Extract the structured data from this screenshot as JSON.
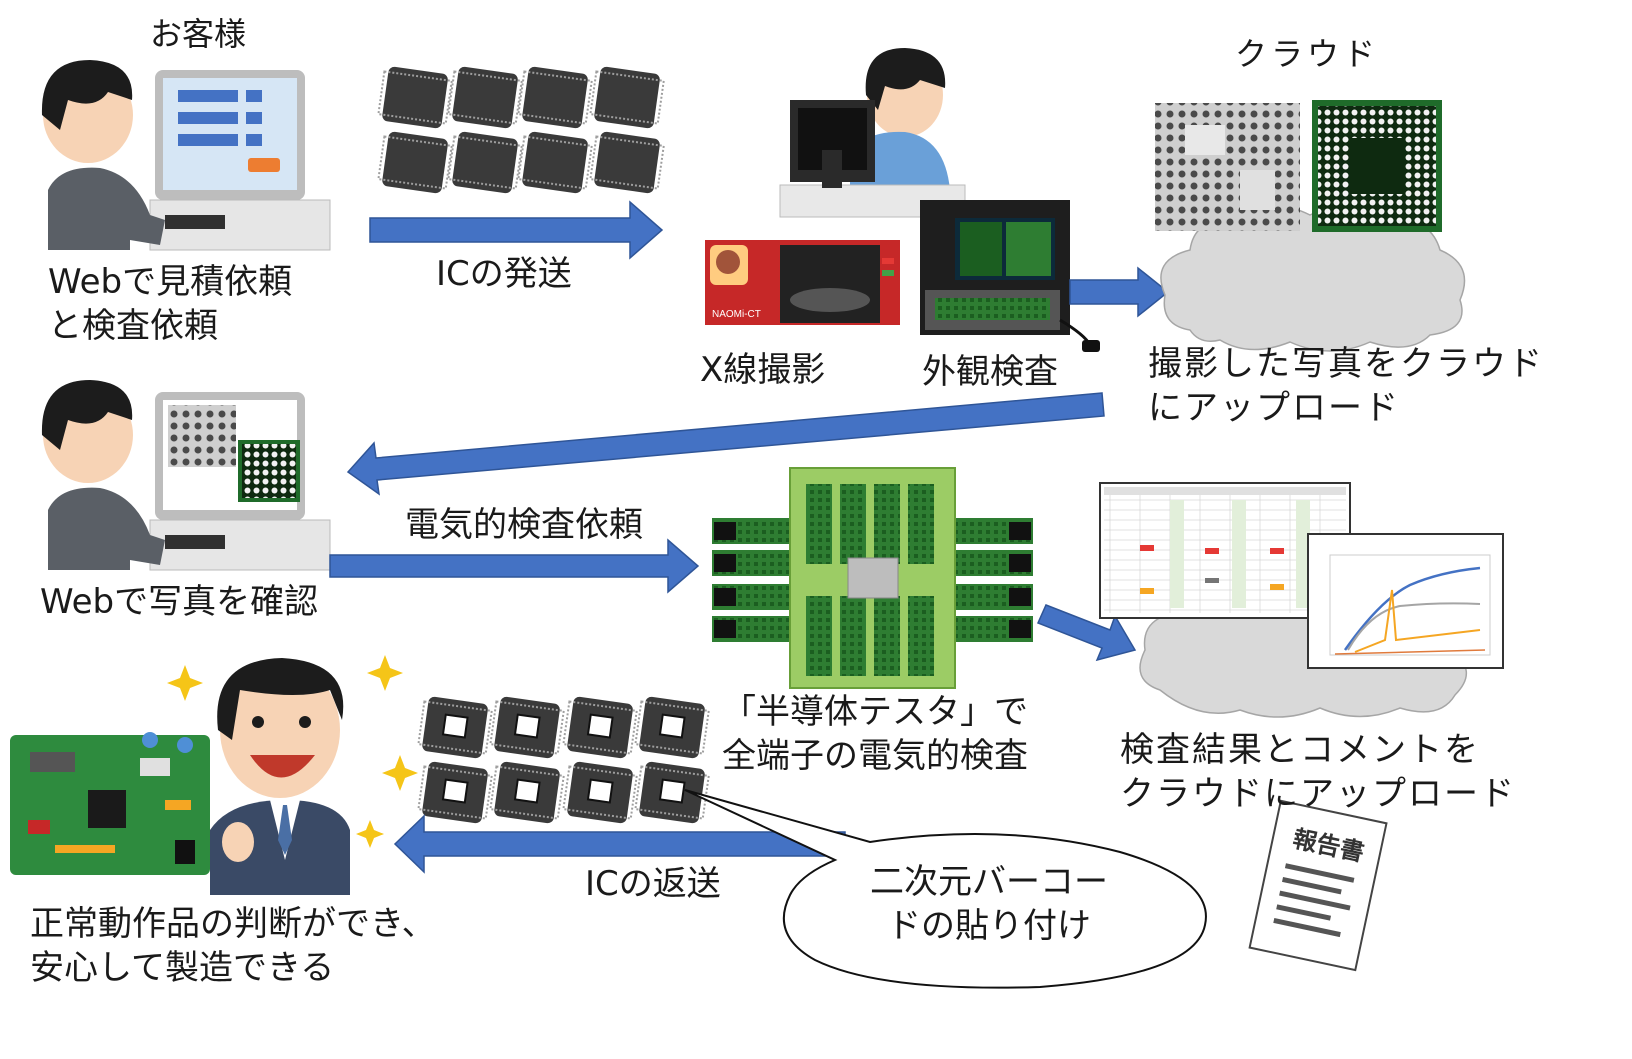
{
  "labels": {
    "customer": "お客様",
    "cloud": "クラウド",
    "web_quote": "Webで見積依頼\nと検査依頼",
    "ic_ship": "ICの発送",
    "xray": "X線撮影",
    "visual": "外観検査",
    "upload_photos": "撮影した写真をクラウド\nにアップロード",
    "web_photo_check": "Webで写真を確認",
    "electric_request": "電気的検査依頼",
    "tester": "「半導体テスタ」で\n全端子の電気的検査",
    "upload_results": "検査結果とコメントを\nクラウドにアップロード",
    "barcode": "二次元バーコー\nドの貼り付け",
    "ic_return": "ICの返送",
    "judgment": "正常動作品の判断ができ、\n安心して製造できる",
    "report": "報告書",
    "naomi_ct": "NAOMi-CT"
  },
  "colors": {
    "arrow": "#4472c4",
    "arrow_edge": "#2f5597",
    "chip": "#3a3a3a",
    "pcb_green": "#2e8b3e",
    "tester_green": "#9ccc65",
    "xray_red": "#c62828",
    "cloud": "#d9d9d9",
    "screen": "#d6e6f5",
    "skin": "#f7d3b5",
    "hair": "#1c1c1c",
    "suit": "#3a4a66",
    "shirt_blue": "#6aa0d8"
  },
  "icons": [
    "person-at-computer-icon",
    "ic-chip-icon",
    "xray-machine-icon",
    "inspection-station-icon",
    "cloud-icon",
    "semiconductor-tester-icon",
    "spreadsheet-icon",
    "line-chart-icon",
    "report-document-icon",
    "pcb-board-icon",
    "happy-businessman-icon",
    "sparkle-icon",
    "arrow-icon",
    "speech-bubble-icon"
  ]
}
